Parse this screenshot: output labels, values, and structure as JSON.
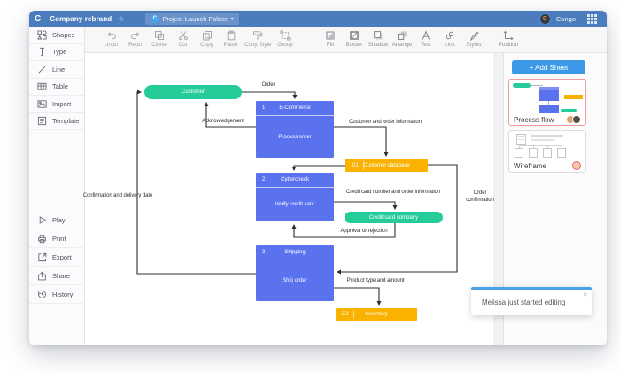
{
  "header": {
    "logo": "C",
    "title": "Company rebrand",
    "star": "☆",
    "folder": {
      "badge": "C",
      "label": "Project Launch Folder",
      "caret": "▾"
    },
    "user_name": "Cango",
    "avatar_letter": "C"
  },
  "sidebar": {
    "top": [
      {
        "label": "Shapes"
      },
      {
        "label": "Type"
      },
      {
        "label": "Line"
      },
      {
        "label": "Table"
      },
      {
        "label": "Import"
      },
      {
        "label": "Template"
      }
    ],
    "bottom": [
      {
        "label": "Play"
      },
      {
        "label": "Print"
      },
      {
        "label": "Export"
      },
      {
        "label": "Share"
      },
      {
        "label": "History"
      }
    ]
  },
  "toolbar": {
    "edit": [
      "Undo",
      "Redo",
      "Clone",
      "Cut",
      "Copy",
      "Paste",
      "Copy Style",
      "Group"
    ],
    "style": [
      "Fill",
      "Border",
      "Shadow",
      "Arrange",
      "Text",
      "Link",
      "Styles"
    ],
    "layout": [
      "Position"
    ]
  },
  "flowchart": {
    "nodes": {
      "customer": {
        "label": "Customer"
      },
      "ecommerce": {
        "num": "1",
        "title": "E-Commerce",
        "body": "Process order"
      },
      "customer_db": {
        "tag": "D1",
        "label": "Customer database"
      },
      "cybercheck": {
        "num": "2",
        "title": "Cybercheck",
        "body": "Verify credit card"
      },
      "credit_card_company": {
        "label": "Credit card company"
      },
      "shipping": {
        "num": "3",
        "title": "Shipping",
        "body": "Ship order"
      },
      "inventory": {
        "tag": "D2",
        "label": "Inventory"
      }
    },
    "edge_labels": {
      "order": "Order",
      "acknowledgement": "Acknowledgement",
      "customer_info": "Customer and order information",
      "credit_info": "Credit card number and order information",
      "approval": "Approval or rejection",
      "confirmation": "Confirmation and delivery date",
      "order_confirmation": "Order confirmation",
      "product": "Product type and amount"
    }
  },
  "sheets": {
    "add_label": "+ Add Sheet",
    "items": [
      {
        "name": "Process flow"
      },
      {
        "name": "Wireframe"
      }
    ]
  },
  "notification": {
    "text": "Melissa just started editing",
    "close": "×"
  },
  "colors": {
    "header_blue": "#4a7cbe",
    "node_blue": "#5b72ee",
    "node_green": "#25cc9a",
    "node_orange": "#f9b200",
    "accent_blue": "#3b99e8",
    "selected_sheet_border": "#f2999d",
    "notification_accent": "#4aa2e8"
  }
}
